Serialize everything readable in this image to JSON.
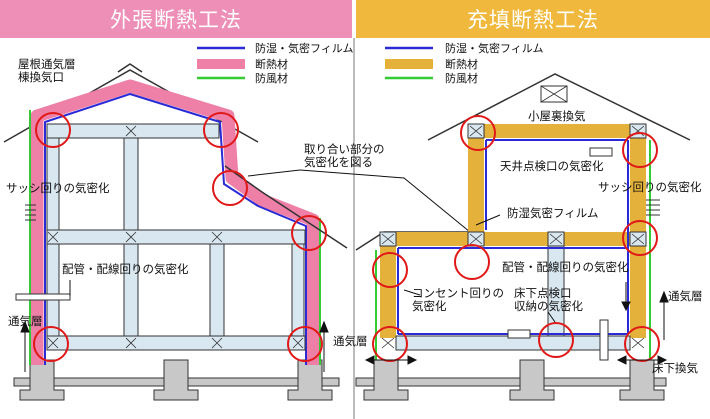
{
  "left_header": "外張断熱工法",
  "right_header": "充填断熱工法",
  "legend_left": {
    "film": "防湿・気密フィルム",
    "insulation": "断熱材",
    "windbreak": "防風材"
  },
  "legend_right": {
    "film": "防湿・気密フィルム",
    "insulation": "断熱材",
    "windbreak": "防風材"
  },
  "labels": {
    "roof_vent_1": "屋根通気層",
    "roof_vent_2": "棟換気口",
    "sash_left": "サッシ回りの気密化",
    "junction_1": "取り合い部分の",
    "junction_2": "気密化を図る",
    "piping_left": "配管・配線回りの気密化",
    "vent_layer_left": "通気層",
    "vent_layer_right": "通気層",
    "attic_vent": "小屋裏換気",
    "ceiling_hatch": "天井点検口の気密化",
    "sash_right": "サッシ回りの気密化",
    "vapor_film": "防湿気密フィルム",
    "piping_right": "配管・配線回りの気密化",
    "outlet_1": "コンセント回りの",
    "outlet_2": "気密化",
    "floor_hatch_1": "床下点検口",
    "floor_hatch_2": "収納の気密化",
    "underfloor_vent": "床下換気"
  },
  "colors": {
    "left_header": "#ee8fb7",
    "right_header": "#f0b93d",
    "film": "#2b2bd6",
    "insulation_left": "#ee7fa6",
    "insulation_right": "#e4b23a",
    "windbreak": "#33cc33",
    "circle": "#e01818",
    "frame_fill": "#d9e7f0",
    "frame_stroke": "#333333",
    "foundation": "#c8c8c8"
  }
}
